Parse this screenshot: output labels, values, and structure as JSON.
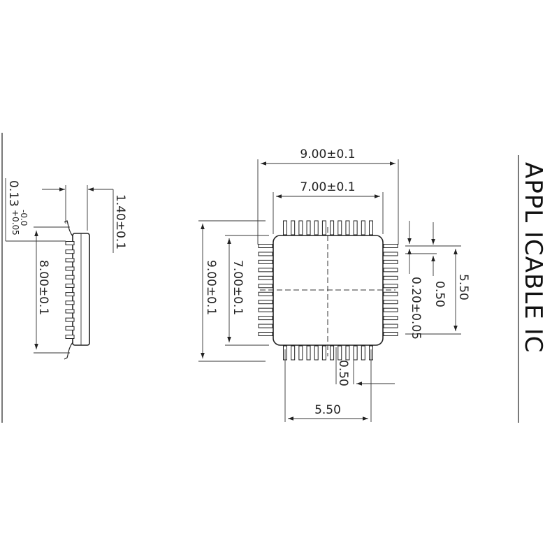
{
  "side_label": "APPL ICABLE IC",
  "top_view": {
    "pins_per_side": 12,
    "dim_overall_width": "9.00±0.1",
    "dim_body_width": "7.00±0.1",
    "dim_overall_height": "9.00±0.1",
    "dim_body_height": "7.00±0.1",
    "dim_right_span": "5.50",
    "dim_pitch_right": "0.50",
    "dim_pin_width": "0.20±0.05",
    "dim_pitch_bottom": "0.50",
    "dim_bottom_span": "5.50"
  },
  "side_view": {
    "pins": 12,
    "dim_standoff": "0.13",
    "dim_standoff_tol_plus": "+0.05",
    "dim_standoff_tol_minus": "-0.0",
    "dim_thickness": "1.40±0.1",
    "dim_length": "8.00±0.1"
  }
}
